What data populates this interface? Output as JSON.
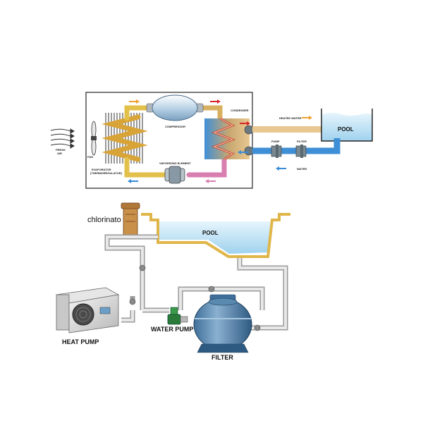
{
  "top_diagram": {
    "fresh_air": "FRESH\nAIR",
    "fan": "FAN",
    "evaporator": "EVAPORATOR\n(THERMOREGULATOR)",
    "compressor": "COMPRESSOR",
    "condenser": "CONDENSER",
    "vaporizing_element": "VAPORIZING ELEMENT",
    "heated_water": "HEATED WATER",
    "pool": "POOL",
    "pump": "PUMP",
    "filter": "FILTER",
    "water": "WATER"
  },
  "bottom_diagram": {
    "chlorinator": "chlorinato",
    "pool": "POOL",
    "heat_pump": "HEAT PUMP",
    "water_pump": "WATER PUMP",
    "filter": "FILTER"
  },
  "colors": {
    "hot_pipe": "#e2c04a",
    "refrigerant_pink": "#d97fb0",
    "water_blue": "#3f8fd6",
    "pool_water": "#bfe3f5",
    "arrow_red": "#d8262a",
    "arrow_orange": "#f0a030",
    "arrow_blue": "#3a8ad8",
    "pipe_gray": "#d8d8d8"
  }
}
